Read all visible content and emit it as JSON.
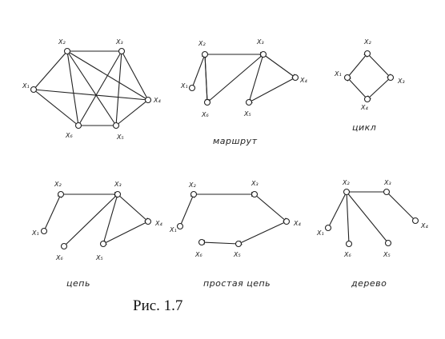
{
  "figure_caption": "Рис. 1.7",
  "graphs": [
    {
      "id": "complete-graph",
      "caption": "",
      "nodes": [
        {
          "id": "x1",
          "label": "X₁"
        },
        {
          "id": "x2",
          "label": "X₂"
        },
        {
          "id": "x3",
          "label": "X₃"
        },
        {
          "id": "x4",
          "label": "X₄"
        },
        {
          "id": "x5",
          "label": "X₅"
        },
        {
          "id": "x6",
          "label": "X₆"
        }
      ]
    },
    {
      "id": "route",
      "caption": "маршрут",
      "nodes": [
        {
          "id": "x1",
          "label": "X₁"
        },
        {
          "id": "x2",
          "label": "X₂"
        },
        {
          "id": "x3",
          "label": "X₃"
        },
        {
          "id": "x4",
          "label": "X₄"
        },
        {
          "id": "x5",
          "label": "X₅"
        },
        {
          "id": "x6",
          "label": "X₆"
        }
      ]
    },
    {
      "id": "cycle",
      "caption": "цикл",
      "nodes": [
        {
          "id": "x1",
          "label": "X₁"
        },
        {
          "id": "x2",
          "label": "X₂"
        },
        {
          "id": "x3",
          "label": "X₃"
        },
        {
          "id": "x4",
          "label": "X₄"
        }
      ]
    },
    {
      "id": "chain",
      "caption": "цепь",
      "nodes": [
        {
          "id": "x1",
          "label": "X₁"
        },
        {
          "id": "x2",
          "label": "X₂"
        },
        {
          "id": "x3",
          "label": "X₃"
        },
        {
          "id": "x4",
          "label": "X₄"
        },
        {
          "id": "x5",
          "label": "X₅"
        },
        {
          "id": "x6",
          "label": "X₆"
        }
      ]
    },
    {
      "id": "simple-chain",
      "caption": "простая цепь",
      "nodes": [
        {
          "id": "x1",
          "label": "X₁"
        },
        {
          "id": "x2",
          "label": "X₂"
        },
        {
          "id": "x3",
          "label": "X₃"
        },
        {
          "id": "x4",
          "label": "X₄"
        },
        {
          "id": "x5",
          "label": "X₅"
        },
        {
          "id": "x6",
          "label": "X₆"
        }
      ]
    },
    {
      "id": "tree",
      "caption": "дерево",
      "nodes": [
        {
          "id": "x1",
          "label": "X₁"
        },
        {
          "id": "x2",
          "label": "X₂"
        },
        {
          "id": "x3",
          "label": "X₃"
        },
        {
          "id": "x4",
          "label": "X₄"
        },
        {
          "id": "x5",
          "label": "X₅"
        },
        {
          "id": "x6",
          "label": "X₆"
        }
      ]
    }
  ]
}
